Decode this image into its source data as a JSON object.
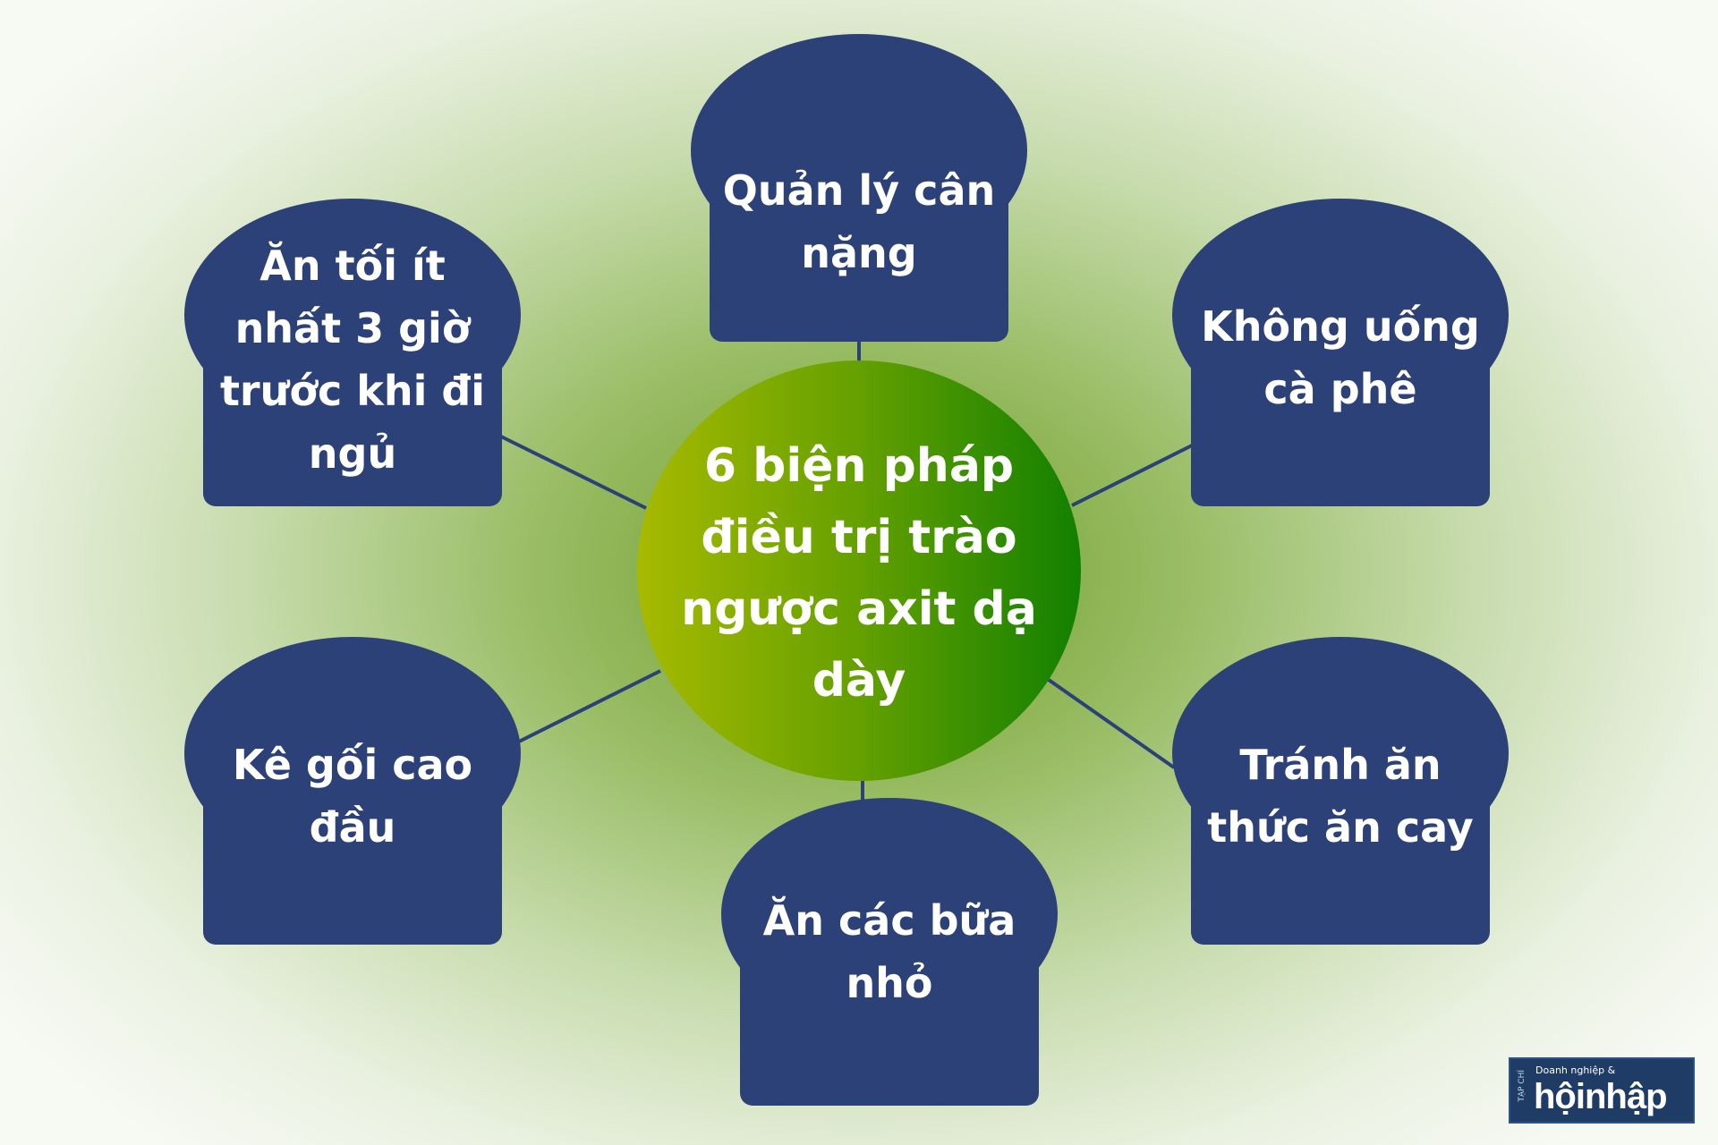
{
  "center": {
    "label": "6 biện pháp điều trị trào ngược axit dạ dày"
  },
  "nodes": [
    {
      "id": "weight",
      "label": "Quản lý cân nặng"
    },
    {
      "id": "coffee",
      "label": "Không uống cà phê"
    },
    {
      "id": "spicy",
      "label": "Tránh ăn thức ăn cay"
    },
    {
      "id": "small-meals",
      "label": "Ăn các bữa nhỏ"
    },
    {
      "id": "pillow",
      "label": "Kê gối cao đầu"
    },
    {
      "id": "dinner",
      "label": "Ăn tối ít nhất 3 giờ trước khi đi ngủ"
    }
  ],
  "logo": {
    "side_text": "TẠP CHÍ",
    "tagline": "Doanh nghiệp &",
    "name": "hộinhập"
  },
  "colors": {
    "node_fill": "#2c4178",
    "connector": "#2c4178",
    "center_gradient_start": "#a7ba00",
    "center_gradient_end": "#118000",
    "text": "#ffffff"
  }
}
